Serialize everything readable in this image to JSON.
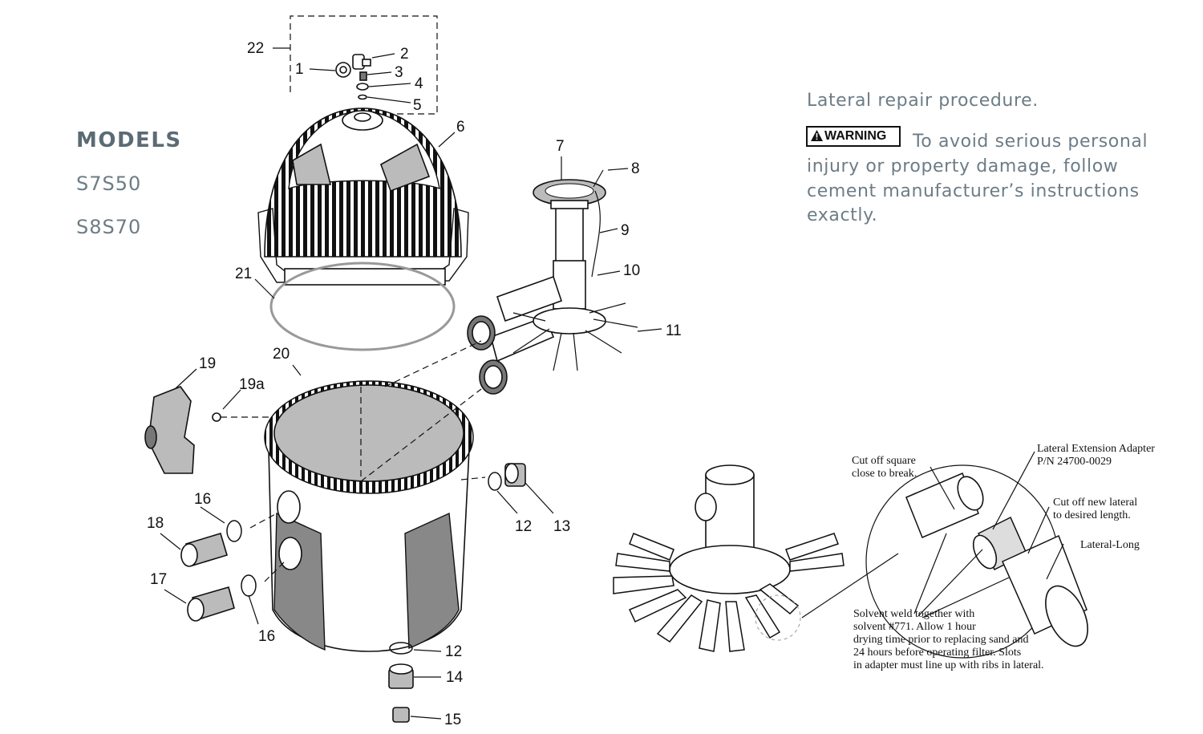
{
  "models": {
    "title": "MODELS",
    "items": [
      "S7S50",
      "S8S70"
    ]
  },
  "repair": {
    "title": "Lateral repair procedure.",
    "warning_label": "WARNING",
    "warning_lines": [
      "To avoid serious personal",
      "injury or property damage, follow",
      "cement manufacturer’s instructions",
      "exactly."
    ]
  },
  "callouts": {
    "c1": "1",
    "c2": "2",
    "c3": "3",
    "c4": "4",
    "c5": "5",
    "c6": "6",
    "c7": "7",
    "c8": "8",
    "c9": "9",
    "c10": "10",
    "c11": "11",
    "c12a": "12",
    "c12b": "12",
    "c13": "13",
    "c14": "14",
    "c15": "15",
    "c16a": "16",
    "c16b": "16",
    "c17": "17",
    "c18": "18",
    "c19": "19",
    "c19a": "19a",
    "c20": "20",
    "c21": "21",
    "c22": "22"
  },
  "detail": {
    "cut_square": [
      "Cut off square",
      "close to break."
    ],
    "adapter": [
      "Lateral Extension Adapter",
      "P/N 24700-0029"
    ],
    "cut_new": [
      "Cut off new lateral",
      "to desired length."
    ],
    "lateral_long": "Lateral-Long",
    "solvent": [
      "Solvent weld together with",
      "solvent #771. Allow 1 hour",
      "drying time prior to replacing sand and",
      "24 hours before operating filter. Slots",
      "in adapter must line up with ribs in lateral."
    ]
  },
  "colors": {
    "heading": "#5b6b75",
    "body_text": "#6d7c86",
    "line": "#111111"
  }
}
